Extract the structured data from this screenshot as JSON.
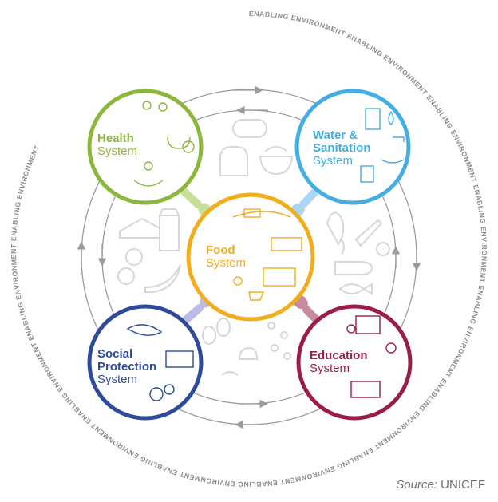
{
  "ring_label": "ENABLING ENVIRONMENT",
  "center": {
    "title": "Food",
    "subtitle": "System"
  },
  "nodes": {
    "health": {
      "title": "Health",
      "subtitle": "System"
    },
    "water": {
      "title_line1": "Water &",
      "title_line2": "Sanitation",
      "subtitle": "System"
    },
    "social": {
      "title_line1": "Social",
      "title_line2": "Protection",
      "subtitle": "System"
    },
    "education": {
      "title": "Education",
      "subtitle": "System"
    }
  },
  "source": {
    "prefix": "Source:",
    "name": "UNICEF"
  },
  "colors": {
    "health": "#8cb63c",
    "water": "#44aee4",
    "food": "#f2ad1c",
    "social": "#2e4a9a",
    "education": "#9b1d4c",
    "spoon_health": "#c8df9a",
    "spoon_water": "#a9d6f2",
    "spoon_social": "#b9bde3",
    "spoon_education": "#c78a9e",
    "ghost": "#d7d7d7",
    "orbit": "#9b9b9b"
  }
}
